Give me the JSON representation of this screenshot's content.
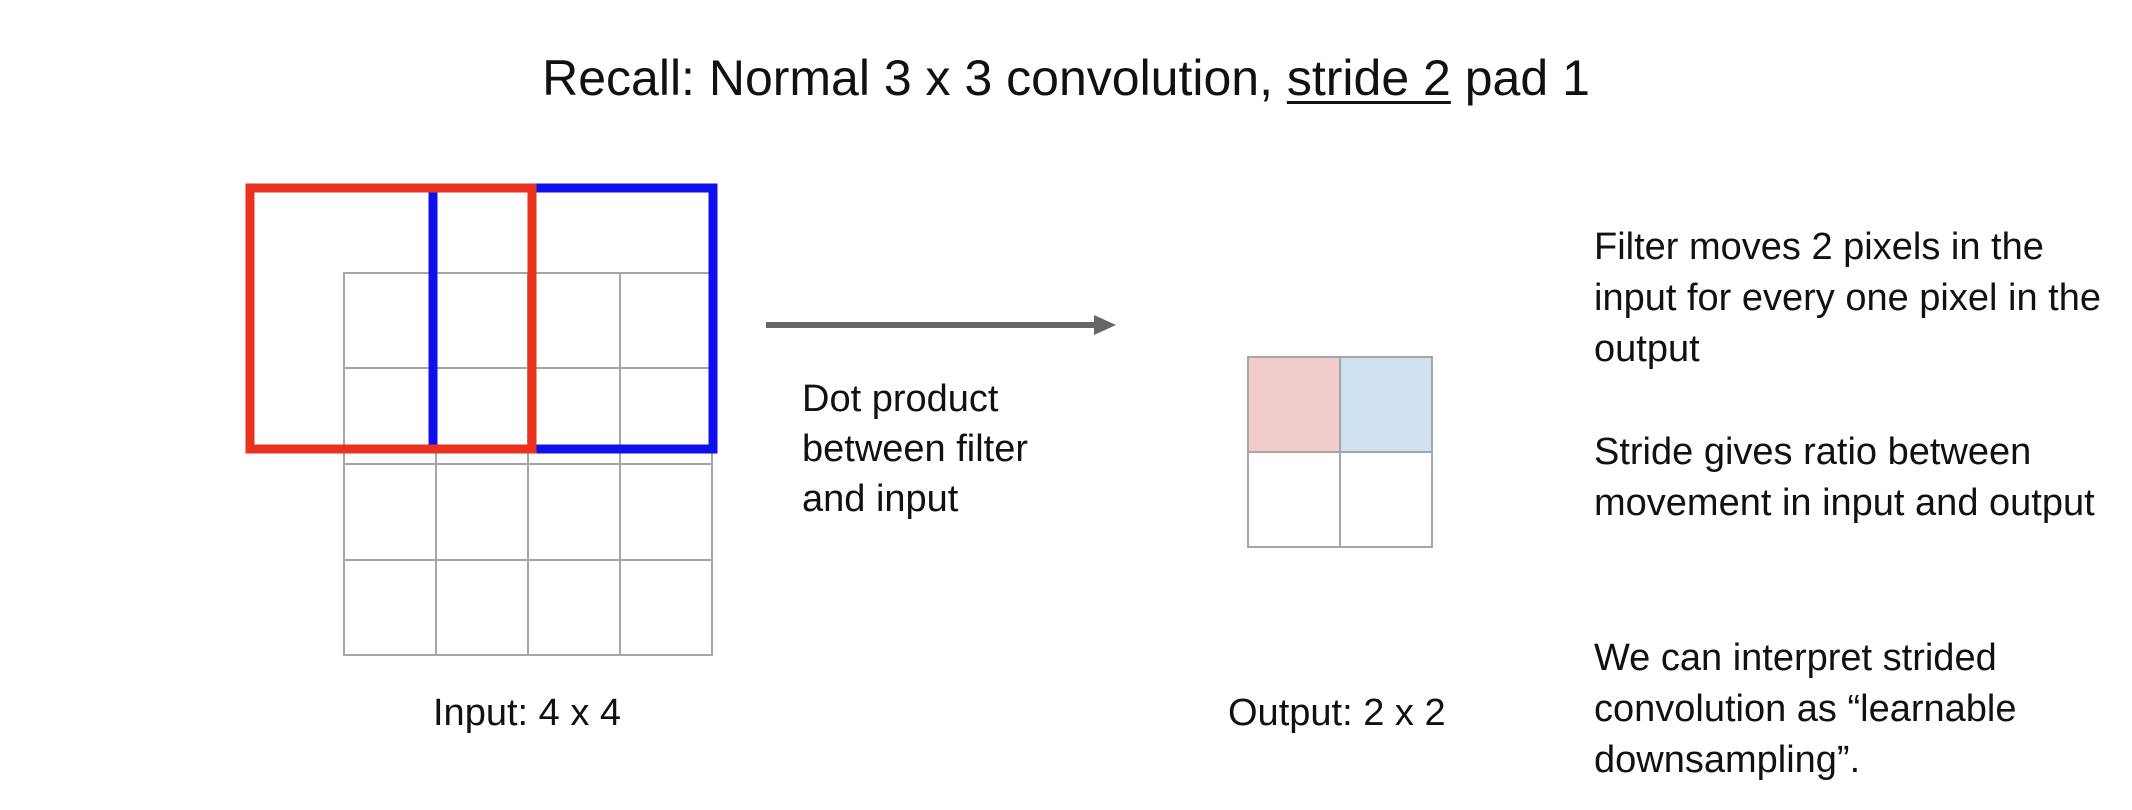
{
  "title": {
    "prefix": "Recall: Normal 3 x 3 convolution, ",
    "underlined": "stride 2",
    "suffix": " pad 1"
  },
  "input_label": "Input: 4 x 4",
  "output_label": "Output: 2 x 2",
  "arrow_caption": "Dot product between filter and input",
  "notes": [
    "Filter moves 2 pixels in the input for every one pixel in the output",
    "Stride gives ratio between movement in input and output",
    "We can interpret strided convolution as “learnable downsampling”."
  ],
  "colors": {
    "filter_1": "#e8321e",
    "filter_2": "#1010ee",
    "output_cell_1": "#f0cccc",
    "output_cell_2": "#cfe0f1",
    "grid": "#a6a6a6",
    "arrow": "#666666"
  }
}
